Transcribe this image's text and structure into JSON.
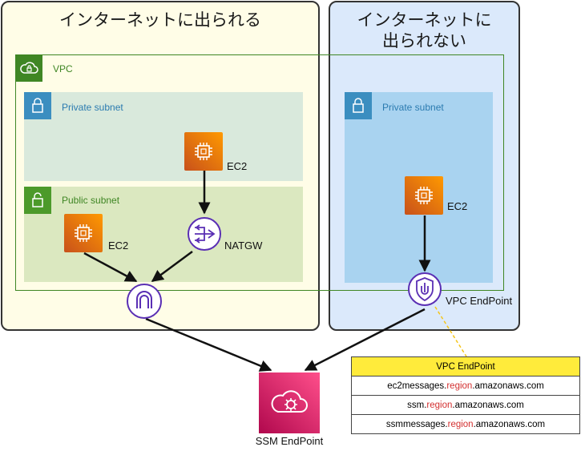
{
  "zones": {
    "left_title": "インターネットに出られる",
    "right_title_line1": "インターネットに",
    "right_title_line2": "出られない"
  },
  "vpc": {
    "label": "VPC"
  },
  "subnets": {
    "left_private": "Private subnet",
    "left_public": "Public subnet",
    "right_private": "Private subnet"
  },
  "nodes": {
    "ec2_private": "EC2",
    "ec2_public": "EC2",
    "natgw": "NATGW",
    "ec2_right": "EC2",
    "vpc_endpoint": "VPC EndPoint",
    "ssm_endpoint": "SSM EndPoint"
  },
  "endpoint_table": {
    "header": "VPC EndPoint",
    "rows": [
      {
        "prefix": "ec2messages.",
        "region": "region",
        "suffix": ".amazonaws.com"
      },
      {
        "prefix": "ssm.",
        "region": "region",
        "suffix": ".amazonaws.com"
      },
      {
        "prefix": "ssmmessages.",
        "region": "region",
        "suffix": ".amazonaws.com"
      }
    ]
  },
  "colors": {
    "left_zone_bg": "#fffde7",
    "right_zone_bg": "#dbe9fb",
    "vpc_green": "#3f8624",
    "private_subnet_bg_left": "#d9e9dc",
    "public_subnet_bg": "#dbe8c0",
    "private_subnet_bg_right": "#a9d3f0",
    "private_tag": "#3b8ec0",
    "public_tag": "#4c9a2a",
    "purple": "#5a2fb4",
    "ssm_pink": "#e7157b",
    "table_header": "#ffeb3b",
    "region_red": "#d32f2f"
  }
}
